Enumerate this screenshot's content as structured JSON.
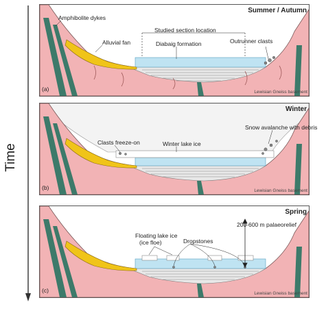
{
  "axis": {
    "label": "Time"
  },
  "panels": [
    {
      "id": "(a)",
      "season": "Summer / Autumn",
      "labels": {
        "dykes": "Amphibolite dykes",
        "fan": "Alluvial fan",
        "section": "Studied section location",
        "formation": "Diabaig formation",
        "outrunner": "Outrunner clasts",
        "basement": "Lewisian Gneiss basement"
      }
    },
    {
      "id": "(b)",
      "season": "Winter",
      "labels": {
        "freeze": "Clasts freeze-on",
        "avalanche": "Snow avalanche with debris",
        "lakeice": "Winter lake ice",
        "basement": "Lewisian Gneiss basement"
      }
    },
    {
      "id": "(c)",
      "season": "Spring",
      "labels": {
        "relief": "200-600 m palaeorelief",
        "floating1": "Floating lake ice",
        "floating2": "(ice floe)",
        "dropstones": "Dropstones",
        "basement": "Lewisian Gneiss basement"
      }
    }
  ],
  "colors": {
    "gneiss": "#f2b3b5",
    "dyke": "#3d7a6a",
    "fan": "#f0c419",
    "water": "#bfe3f2",
    "snow": "#f3f3f3",
    "frame": "#555555"
  }
}
